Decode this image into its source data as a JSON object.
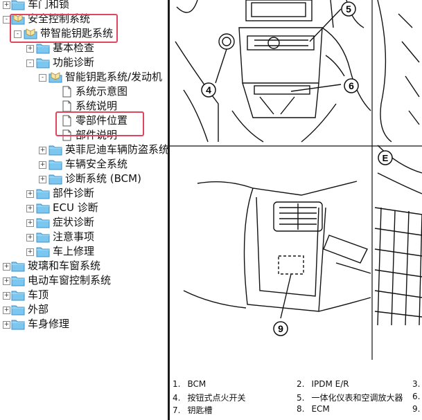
{
  "tree": {
    "items": [
      {
        "label": "车门和锁",
        "icon": "folder-icon",
        "expander": "+"
      },
      {
        "label": "安全控制系统",
        "icon": "book-open-icon",
        "expander": "-"
      },
      {
        "label": "带智能钥匙系统",
        "icon": "book-open-icon",
        "expander": "-"
      },
      {
        "label": "基本检查",
        "icon": "folder-icon",
        "expander": "+"
      },
      {
        "label": "功能诊断",
        "icon": "folder-icon",
        "expander": "-"
      },
      {
        "label": "智能钥匙系统/发动机",
        "icon": "book-open-icon",
        "expander": "-"
      },
      {
        "label": "系统示意图",
        "icon": "document-icon",
        "expander": ""
      },
      {
        "label": "系统说明",
        "icon": "document-icon",
        "expander": ""
      },
      {
        "label": "零部件位置",
        "icon": "document-icon",
        "expander": ""
      },
      {
        "label": "部件说明",
        "icon": "document-icon",
        "expander": ""
      },
      {
        "label": "英菲尼迪车辆防盗系统",
        "icon": "folder-icon",
        "expander": "+"
      },
      {
        "label": "车辆安全系统",
        "icon": "folder-icon",
        "expander": "+"
      },
      {
        "label": "诊断系统 (BCM)",
        "icon": "folder-icon",
        "expander": "+"
      },
      {
        "label": "部件诊断",
        "icon": "folder-icon",
        "expander": "+"
      },
      {
        "label": "ECU 诊断",
        "icon": "folder-icon",
        "expander": "+"
      },
      {
        "label": "症状诊断",
        "icon": "folder-icon",
        "expander": "+"
      },
      {
        "label": "注意事项",
        "icon": "folder-icon",
        "expander": "+"
      },
      {
        "label": "车上修理",
        "icon": "folder-icon",
        "expander": "+"
      },
      {
        "label": "玻璃和车窗系统",
        "icon": "folder-icon",
        "expander": "+"
      },
      {
        "label": "电动车窗控制系统",
        "icon": "folder-icon",
        "expander": "+"
      },
      {
        "label": "车顶",
        "icon": "folder-icon",
        "expander": "+"
      },
      {
        "label": "外部",
        "icon": "folder-icon",
        "expander": "+"
      },
      {
        "label": "车身修理",
        "icon": "folder-icon",
        "expander": "+"
      }
    ],
    "highlight_color": "#e0455d"
  },
  "diagram": {
    "callouts": [
      "5",
      "4",
      "6",
      "9"
    ],
    "section_label": "E"
  },
  "captions": [
    {
      "num": "1.",
      "text": "BCM"
    },
    {
      "num": "2.",
      "text": "IPDM E/R"
    },
    {
      "num": "3.",
      "text": ""
    },
    {
      "num": "4.",
      "text": "按钮式点火开关"
    },
    {
      "num": "5.",
      "text": "一体化仪表和空调放大器"
    },
    {
      "num": "6.",
      "text": ""
    },
    {
      "num": "7.",
      "text": "钥匙槽"
    },
    {
      "num": "8.",
      "text": "ECM"
    },
    {
      "num": "9.",
      "text": ""
    }
  ]
}
